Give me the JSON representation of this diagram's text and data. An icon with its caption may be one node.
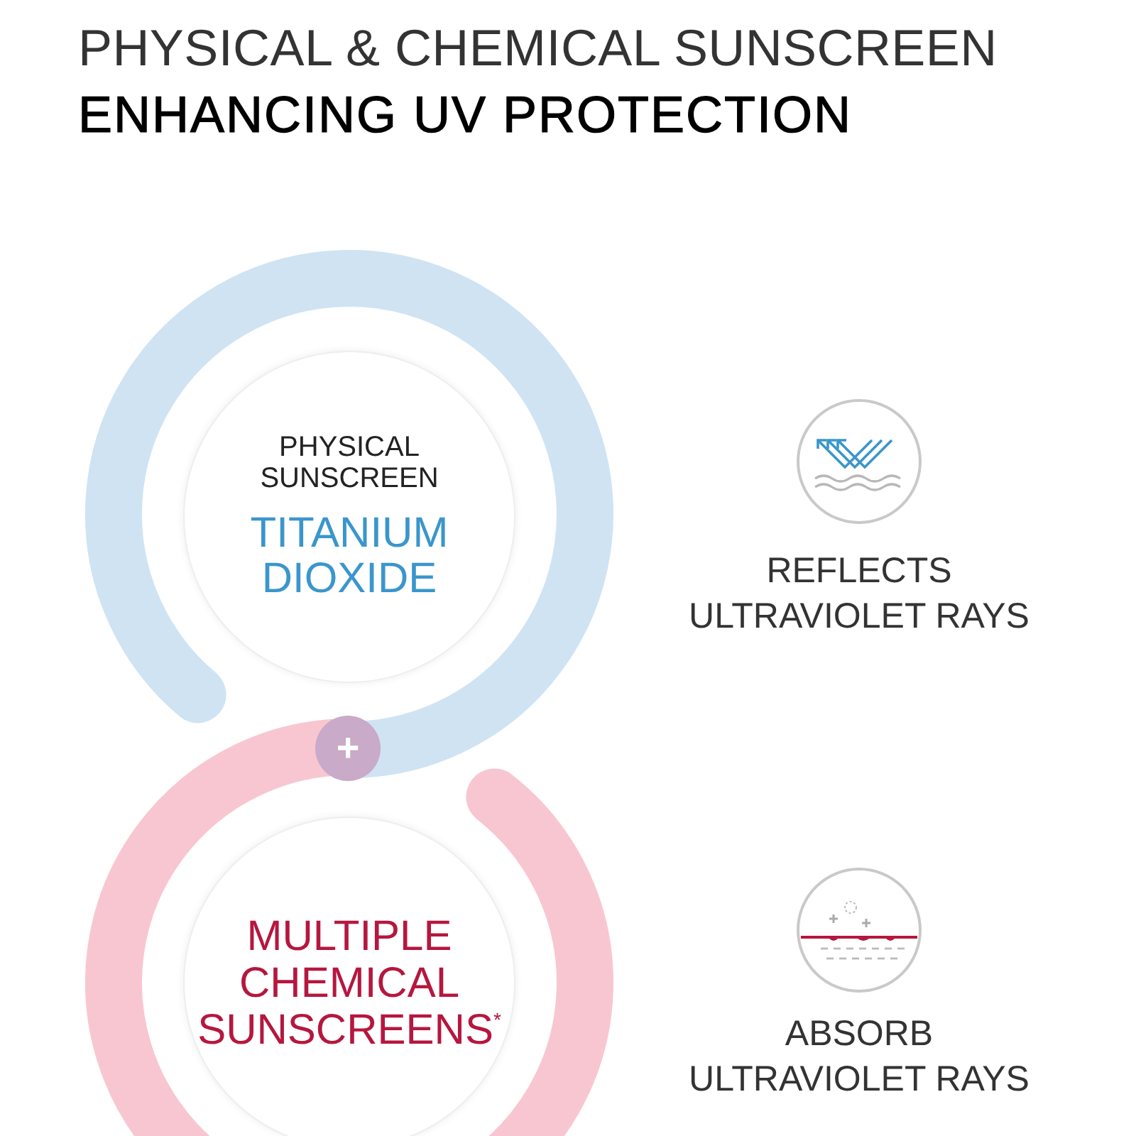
{
  "diagram": {
    "title": "PHYSICAL & CHEMICAL SUNSCREEN **ENHANCING UV PROTECTION**",
    "nodes": [
      {
        "text": [
          "PHYSICAL SUNSCREEN",
          "TITANIUM DIOXIDE"
        ]
      },
      {
        "text": [
          "+"
        ]
      },
      {
        "text": [
          "MULTIPLE CHEMICAL SUNSCREENS$^{*}$"
        ]
      }
    ],
    "labels": [
      "REFLECTS ULTRAVIOLET RAYS",
      "ABSORB ULTRAVIOLET RAYS"
    ]
  }
}
